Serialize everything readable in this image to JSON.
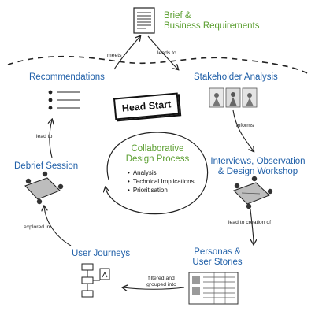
{
  "brief": {
    "line1": "Brief &",
    "line2": "Business Requirements"
  },
  "headstart": "Head Start",
  "nodes": {
    "stakeholder": "Stakeholder Analysis",
    "interviews": [
      "Interviews, Observation",
      "& Design Workshop"
    ],
    "personas": [
      "Personas &",
      "User Stories"
    ],
    "journeys": "User Journeys",
    "debrief": "Debrief Session",
    "recommendations": "Recommendations"
  },
  "center": {
    "title": [
      "Collaborative",
      "Design Process"
    ],
    "bullets": [
      "Analysis",
      "Technical Implications",
      "Prioritisation"
    ]
  },
  "arrows": {
    "meets": "meets",
    "leads_to": "leads to",
    "informs": "informs",
    "lead_to_creation": "lead to creation of",
    "filtered": [
      "filtered and",
      "grouped into"
    ],
    "explored_in": "explored in",
    "lead_to": "lead to"
  },
  "colors": {
    "blue": "#1f5fa8",
    "green": "#5a9e2f",
    "ink": "#222222"
  }
}
